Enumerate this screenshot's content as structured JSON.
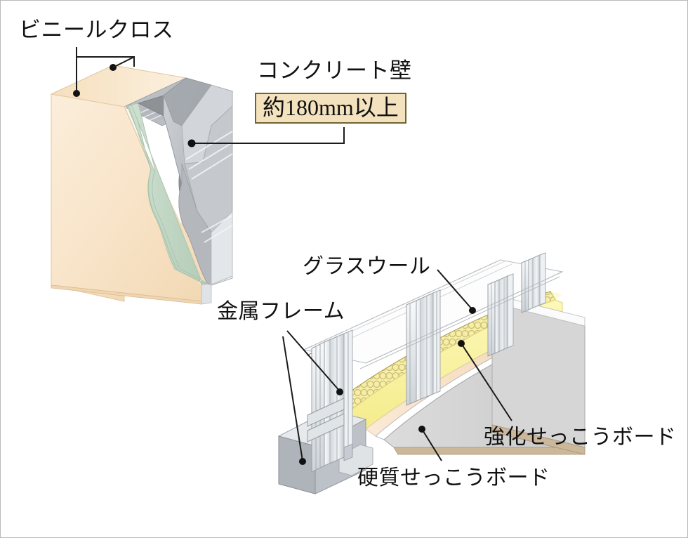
{
  "diagram": {
    "title_alt": "Wall cross-section construction diagram",
    "background_color": "#ffffff",
    "border_color": "#b9b9b9"
  },
  "labels": {
    "vinyl_cloth": "ビニールクロス",
    "concrete_wall": "コンクリート壁",
    "concrete_thickness": "約180mm以上",
    "glass_wool": "グラスウール",
    "metal_frame": "金属フレーム",
    "reinforced_gypsum_board": "強化せっこうボード",
    "hard_gypsum_board": "硬質せっこうボード"
  },
  "callout_box": {
    "fill": "#f3e2bd",
    "border": "#6f6330",
    "text": "約180mm以上"
  },
  "materials": {
    "vinyl_cloth_color": "#f7e3c8",
    "vinyl_cloth_edge_color": "#eccfa6",
    "green_layer_color": "#bfd6c4",
    "concrete_color": "#b9bcc0",
    "concrete_dark_color": "#8e9297",
    "concrete_light_color": "#d9dde1",
    "glass_wool_color": "#f7ef9a",
    "glass_wool_hatch_color": "#8f7a2a",
    "hard_gypsum_color": "#f6ddc0",
    "reinforced_gypsum_color": "#d4d4d4",
    "metal_frame_color": "#dfe3e7",
    "metal_frame_light": "#f5f7f8",
    "metal_frame_dark": "#a9afb5",
    "leader_line_color": "#1a1a1a"
  },
  "leaders": [
    {
      "name": "vinyl-cloth-leader",
      "target": "vinyl cloth top-left surface"
    },
    {
      "name": "vinyl-cloth-leader-2",
      "target": "vinyl cloth top edge"
    },
    {
      "name": "concrete-wall-leader",
      "target": "concrete core cut face"
    },
    {
      "name": "glass-wool-leader",
      "target": "glass wool batt"
    },
    {
      "name": "metal-frame-leader-1",
      "target": "metal stud web"
    },
    {
      "name": "metal-frame-leader-2",
      "target": "metal floor track"
    },
    {
      "name": "reinforced-gypsum-leader",
      "target": "reinforced gypsum board layer"
    },
    {
      "name": "hard-gypsum-leader",
      "target": "hard gypsum board edge"
    }
  ]
}
